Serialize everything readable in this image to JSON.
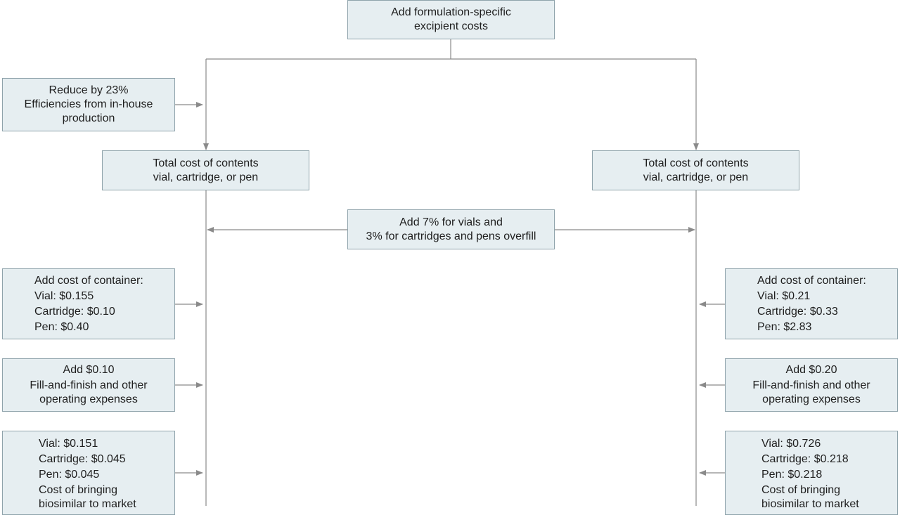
{
  "top_box": {
    "lines": [
      "Add formulation-specific",
      "excipient costs"
    ]
  },
  "reduce_box": {
    "lines": [
      "Reduce by 23%",
      "Efficiencies from in-house",
      "production"
    ]
  },
  "total_left": {
    "lines": [
      "Total cost of contents",
      "vial, cartridge, or pen"
    ]
  },
  "total_right": {
    "lines": [
      "Total cost of contents",
      "vial, cartridge, or pen"
    ]
  },
  "overfill_box": {
    "lines": [
      "Add 7% for vials and",
      "3% for cartridges and pens overfill"
    ]
  },
  "container_left": {
    "lines": [
      "Add cost of container:",
      "Vial: $0.155",
      "Cartridge: $0.10",
      "Pen: $0.40"
    ]
  },
  "container_right": {
    "lines": [
      "Add cost of container:",
      "Vial: $0.21",
      "Cartridge: $0.33",
      "Pen: $2.83"
    ]
  },
  "fill_left": {
    "lines": [
      "Add $0.10",
      "Fill-and-finish and other",
      "operating expenses"
    ]
  },
  "fill_right": {
    "lines": [
      "Add $0.20",
      "Fill-and-finish and other",
      "operating expenses"
    ]
  },
  "market_left": {
    "lines": [
      "Vial: $0.151",
      "Cartridge: $0.045",
      "Pen: $0.045",
      "Cost of bringing",
      "biosimilar to market"
    ]
  },
  "market_right": {
    "lines": [
      "Vial: $0.726",
      "Cartridge: $0.218",
      "Pen: $0.218",
      "Cost of bringing",
      "biosimilar to market"
    ]
  },
  "colors": {
    "box_fill": "#e6eef1",
    "box_border": "#8fa3ab",
    "connector": "#8a8a8a"
  }
}
